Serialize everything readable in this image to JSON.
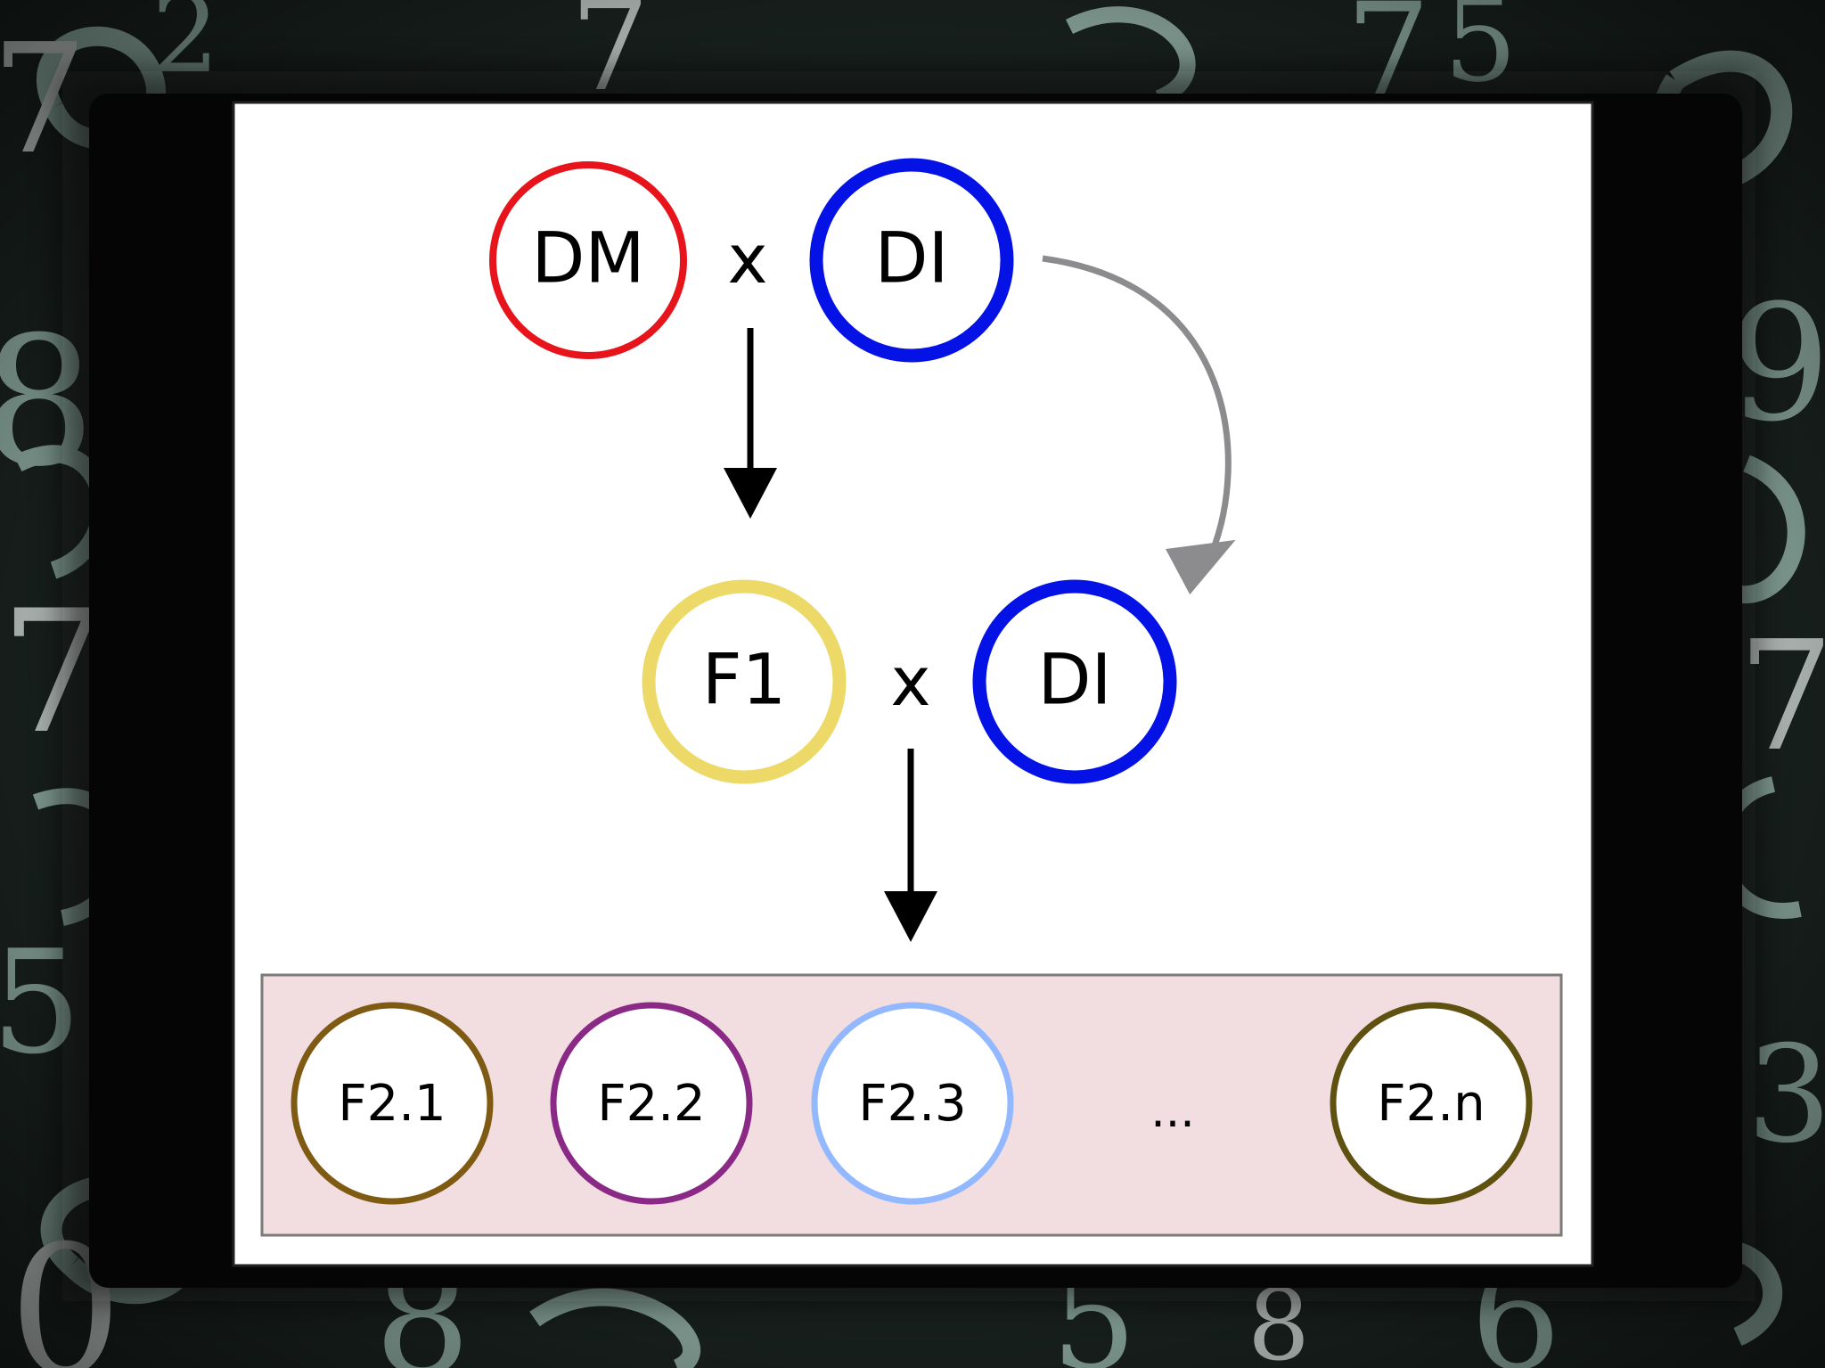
{
  "diagram": {
    "parents": {
      "dm": {
        "label": "DM",
        "color": "#e8141c"
      },
      "cross": "x",
      "di": {
        "label": "DI",
        "color": "#0512e6"
      }
    },
    "f1_row": {
      "f1": {
        "label": "F1",
        "color": "#ecd968"
      },
      "cross": "x",
      "di": {
        "label": "DI",
        "color": "#0512e6"
      }
    },
    "f2_row": {
      "panel_color": "#f2dde1",
      "items": [
        {
          "label": "F2.1",
          "color": "#7f5a12"
        },
        {
          "label": "F2.2",
          "color": "#8a2a86"
        },
        {
          "label": "F2.3",
          "color": "#92b8ff"
        },
        {
          "label": "F2.n",
          "color": "#5f5110"
        }
      ],
      "ellipsis": "..."
    },
    "arrows": {
      "main_color": "#000000",
      "backcross_color": "#8c8c8f"
    }
  },
  "frame": {
    "background_color": "#1b2421",
    "glyph_color": "#a9cbbf",
    "inner_color": "#050505",
    "canvas_color": "#ffffff"
  }
}
